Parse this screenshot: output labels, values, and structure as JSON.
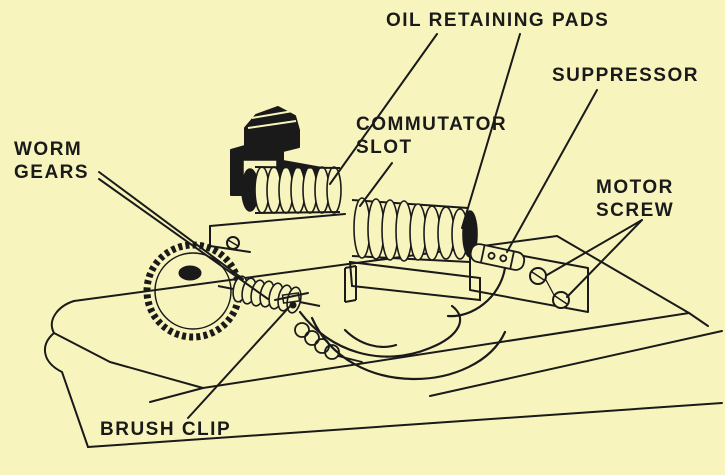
{
  "diagram": {
    "colors": {
      "background": "#F7F5BD",
      "ink": "#1A1A1A"
    },
    "labels": {
      "oil_retaining_pads": "OIL RETAINING PADS",
      "suppressor": "SUPPRESSOR",
      "commutator_slot": "COMMUTATOR SLOT",
      "motor_screw": "MOTOR SCREW",
      "worm_gears": "WORM GEARS",
      "brush_clip": "BRUSH CLIP"
    }
  }
}
